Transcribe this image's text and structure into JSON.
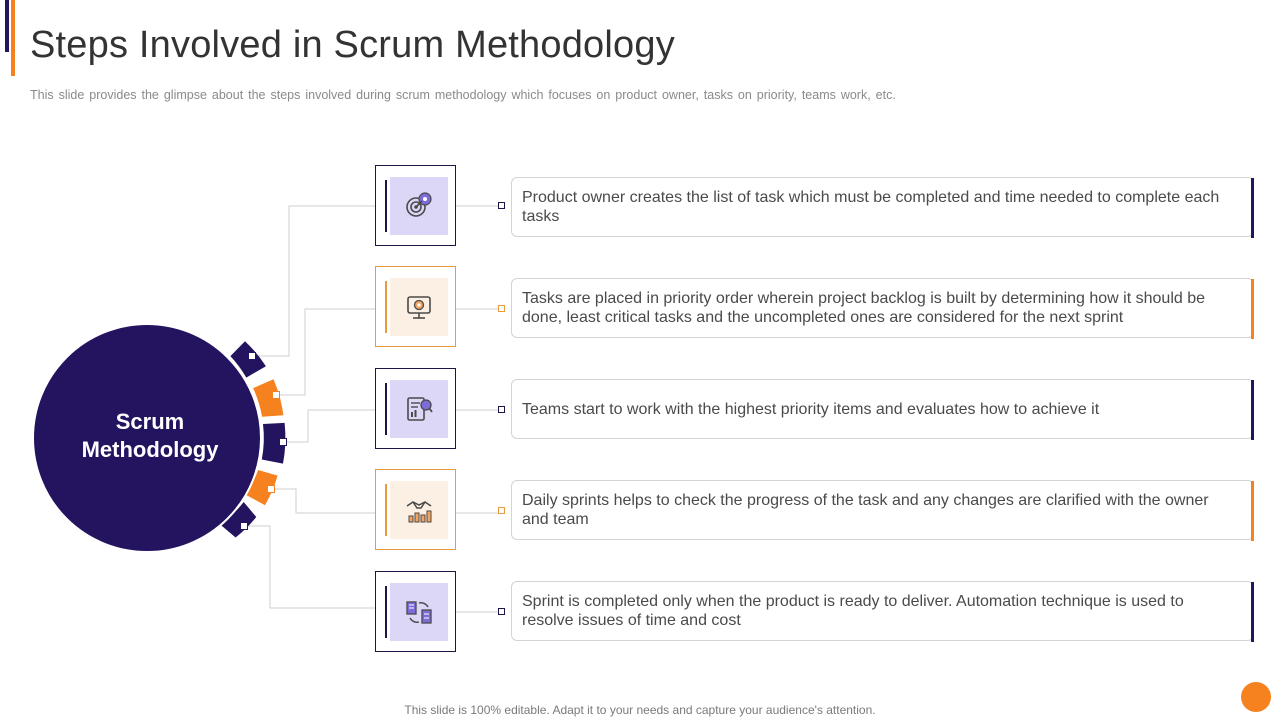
{
  "header": {
    "title": "Steps Involved in Scrum Methodology",
    "subtitle": "This slide provides  the glimpse about the steps involved  during scrum methodology which focuses on product owner, tasks on priority, teams work, etc."
  },
  "hub": {
    "label_line1": "Scrum",
    "label_line2": "Methodology"
  },
  "steps": [
    {
      "text": "Product owner creates the list of task  which must be completed and time needed to complete each tasks",
      "accent": "navy",
      "icon": "target-gear-icon"
    },
    {
      "text": "Tasks are placed in priority order wherein project backlog is built by determining how it should be done, least critical tasks and the uncompleted ones are considered for the next sprint",
      "accent": "orange",
      "icon": "monitor-gear-icon"
    },
    {
      "text": "Teams start to work with the highest priority items and evaluates how to achieve it",
      "accent": "navy",
      "icon": "report-search-icon"
    },
    {
      "text": "Daily sprints helps to check the progress of the task and any changes are clarified with the owner and team",
      "accent": "orange",
      "icon": "handshake-growth-icon"
    },
    {
      "text": "Sprint is completed only when the product is ready to deliver. Automation technique is used to resolve issues of time and cost",
      "accent": "navy",
      "icon": "buildings-cycle-icon"
    }
  ],
  "colors": {
    "navy": "#24135f",
    "orange": "#f5821f",
    "navy_tile": "#dcd6f7",
    "orange_tile": "#fcefe3"
  },
  "footer": {
    "note": "This slide is 100% editable. Adapt it to your needs and capture your audience's attention."
  }
}
